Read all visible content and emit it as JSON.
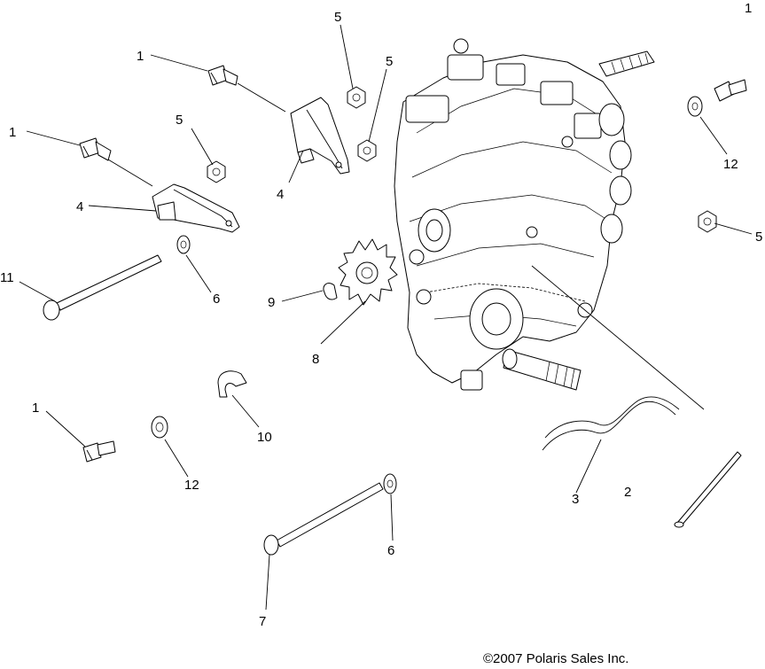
{
  "sheet_number": "1",
  "copyright": "©2007 Polaris Sales Inc.",
  "callouts": {
    "bolt_top": "1",
    "bolt_left": "1",
    "bolt_bottom": "1",
    "cable": "2",
    "clip": "3",
    "bracket_top": "4",
    "bracket_left": "4",
    "nut_top_a": "5",
    "nut_top_b": "5",
    "nut_left": "5",
    "nut_right": "5",
    "washer_left": "6",
    "washer_bottom": "6",
    "pin": "7",
    "sprocket": "8",
    "snap_ring": "9",
    "clamp": "10",
    "long_bolt": "11",
    "washer_right": "12",
    "washer_bottom_left": "12"
  }
}
